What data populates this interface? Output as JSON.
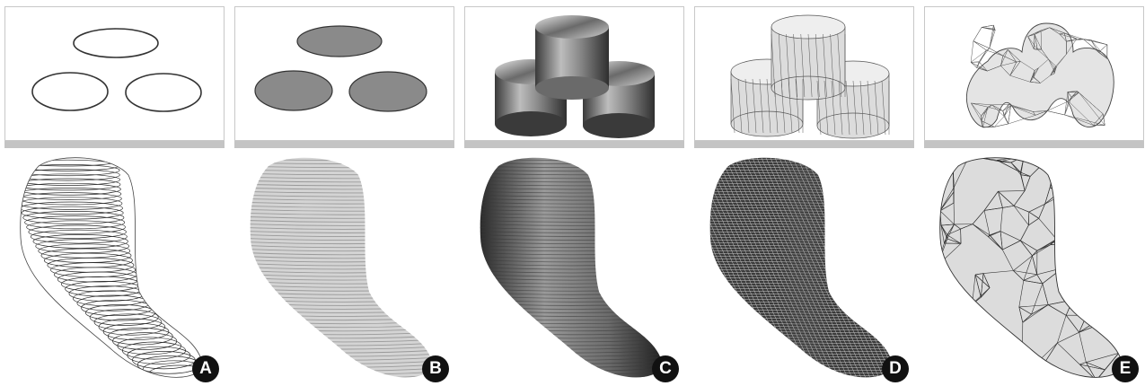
{
  "panels": [
    {
      "id": "A",
      "label": "A",
      "top_content": "ellipse-outlines",
      "bottom_content": "contour-line-stack"
    },
    {
      "id": "B",
      "label": "B",
      "top_content": "filled-ellipses",
      "bottom_content": "filled-contour-slices"
    },
    {
      "id": "C",
      "label": "C",
      "top_content": "shaded-cylinders",
      "bottom_content": "shaded-extruded-slices"
    },
    {
      "id": "D",
      "label": "D",
      "top_content": "triangulated-cylinders",
      "bottom_content": "dense-triangulated-surface"
    },
    {
      "id": "E",
      "label": "E",
      "top_content": "simplified-mesh",
      "bottom_content": "simplified-triangle-mesh"
    }
  ],
  "colors": {
    "divider": "#c4c4c4",
    "border": "#c8c8c8",
    "badge_bg": "#111111",
    "badge_text": "#ffffff",
    "fill_grey": "#8a8a8a"
  }
}
